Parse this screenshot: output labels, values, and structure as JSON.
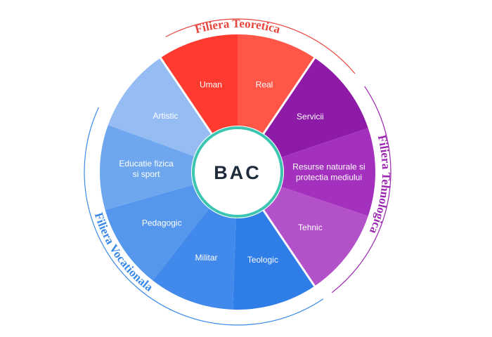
{
  "center": {
    "label": "BAC"
  },
  "tracks": [
    {
      "id": "teoretica",
      "title": "Filiera Teoretica",
      "color": "#e8453c",
      "segments": [
        {
          "label": [
            "Uman"
          ],
          "color": "#ff3b30"
        },
        {
          "label": [
            "Real"
          ],
          "color": "#ff5647"
        }
      ]
    },
    {
      "id": "tehnologica",
      "title": "Filiera Tehnologica",
      "color": "#9c27b0",
      "segments": [
        {
          "label": [
            "Servicii"
          ],
          "color": "#8e1aa8"
        },
        {
          "label": [
            "Resurse naturale si",
            "protectia mediului"
          ],
          "color": "#a331bd"
        },
        {
          "label": [
            "Tehnic"
          ],
          "color": "#b352c8"
        }
      ]
    },
    {
      "id": "vocationala",
      "title": "Filiera Vocationala",
      "color": "#3a8ae8",
      "segments": [
        {
          "label": [
            "Teologic"
          ],
          "color": "#2f7de6"
        },
        {
          "label": [
            "Militar"
          ],
          "color": "#4189ea"
        },
        {
          "label": [
            "Pedagogic"
          ],
          "color": "#5597ec"
        },
        {
          "label": [
            "Educatie fizica",
            "si sport"
          ],
          "color": "#6fa7ef"
        },
        {
          "label": [
            "Artistic"
          ],
          "color": "#95bdf4"
        }
      ]
    }
  ]
}
